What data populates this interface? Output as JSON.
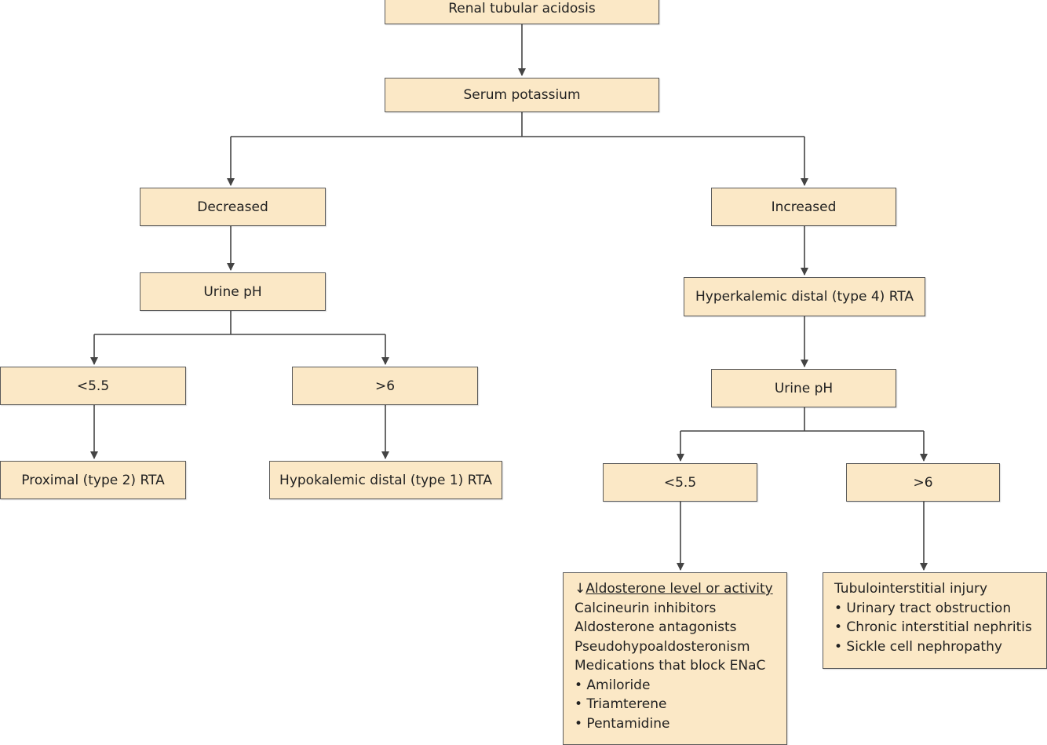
{
  "nodes": {
    "rta": "Renal tubular acidosis",
    "serum_k": "Serum potassium",
    "decreased": "Decreased",
    "increased": "Increased",
    "urine_ph_left": "Urine pH",
    "lt55_left": "<5.5",
    "gt6_left": ">6",
    "proximal": "Proximal (type 2) RTA",
    "hypokalemic": "Hypokalemic distal (type 1) RTA",
    "hyperkalemic": "Hyperkalemic distal (type 4) RTA",
    "urine_ph_right": "Urine pH",
    "lt55_right": "<5.5",
    "gt6_right": ">6"
  },
  "aldosterone_box": {
    "arrow_symbol": "↓",
    "heading": "Aldosterone level or activity",
    "lines": [
      "Calcineurin inhibitors",
      "Aldosterone antagonists",
      "Pseudohypoaldosteronism",
      "Medications that block ENaC",
      "• Amiloride",
      "• Triamterene",
      "• Pentamidine"
    ]
  },
  "tubulo_box": {
    "heading": "Tubulointerstitial injury",
    "lines": [
      "• Urinary tract obstruction",
      "• Chronic interstitial nephritis",
      "• Sickle cell nephropathy"
    ]
  },
  "colors": {
    "box_fill": "#fbe8c6",
    "box_border": "#5a5a5a",
    "connector": "#444444"
  }
}
